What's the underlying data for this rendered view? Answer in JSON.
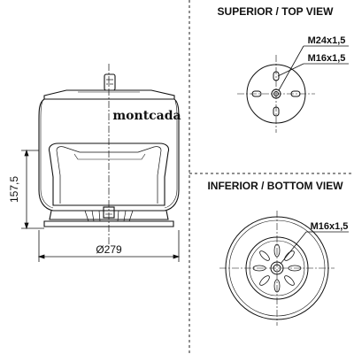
{
  "brand": {
    "logo_text": "montcada"
  },
  "main_view": {
    "height_label": "157,5",
    "diameter_label": "Ø279"
  },
  "top_view": {
    "title": "SUPERIOR / TOP VIEW",
    "callouts": [
      "M24x1,5",
      "M16x1,5"
    ]
  },
  "bottom_view": {
    "title": "INFERIOR / BOTTOM VIEW",
    "callouts": [
      "M16x1,5"
    ]
  }
}
